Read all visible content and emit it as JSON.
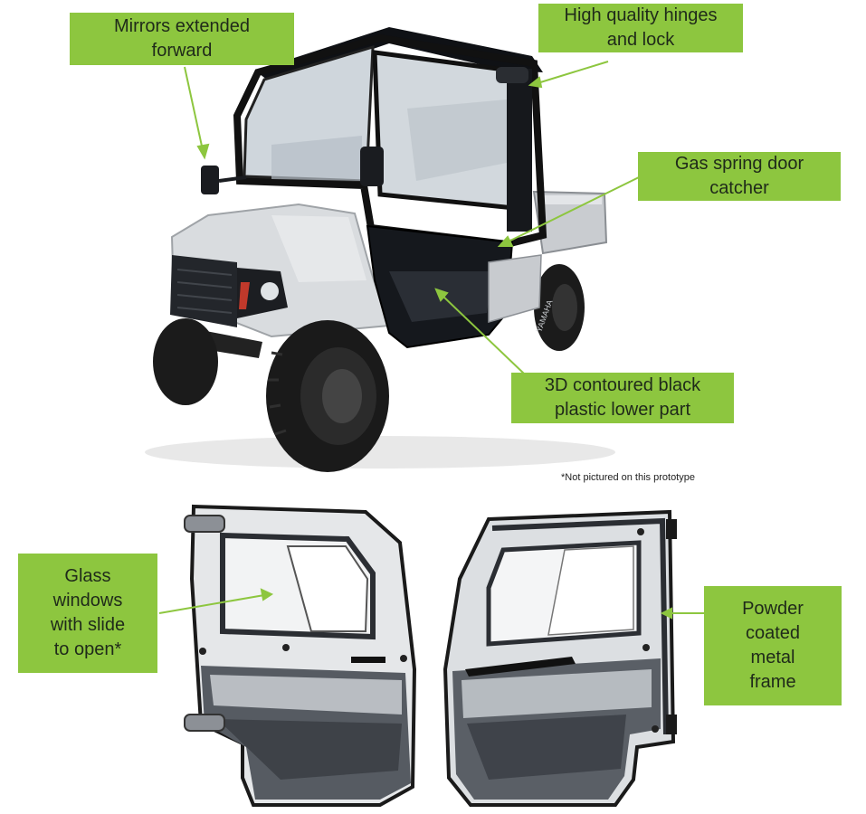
{
  "callouts": {
    "mirrors": "Mirrors extended\nforward",
    "hinges": "High quality hinges\nand lock",
    "gas_spring": "Gas spring door\ncatcher",
    "lower_part": "3D contoured black\nplastic lower part",
    "glass_windows": "Glass\nwindows\nwith slide\nto open*",
    "metal_frame": "Powder\ncoated\nmetal\nframe"
  },
  "vehicle_badge": "YAMAHA",
  "footnote": "*Not pictured on this prototype",
  "colors": {
    "label_bg": "#8dc63f",
    "arrow": "#8dc63f",
    "body_white": "#d9dcdf",
    "body_black": "#15181d"
  }
}
